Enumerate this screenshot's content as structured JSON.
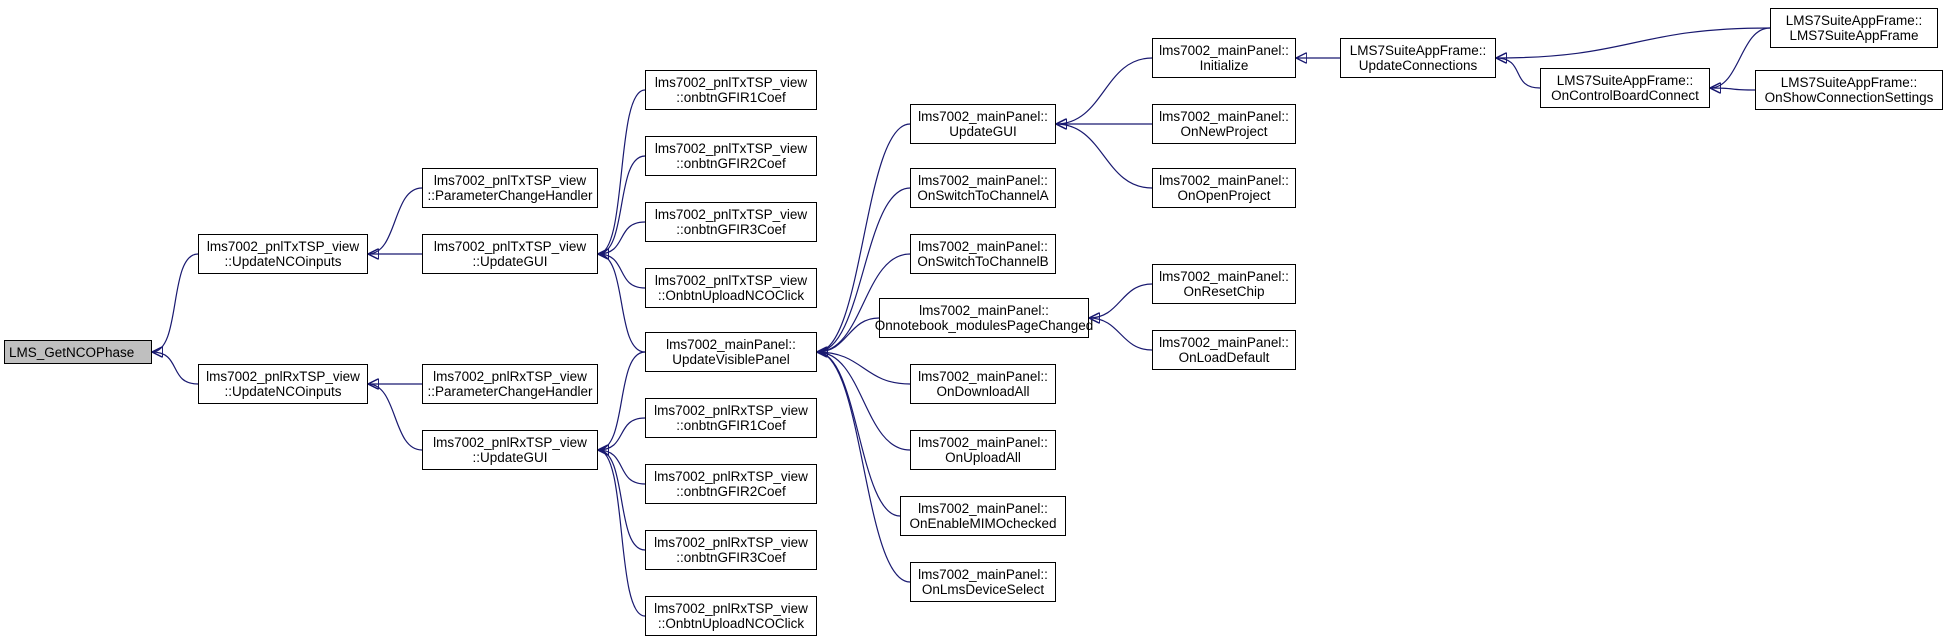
{
  "nodes": [
    {
      "id": "root",
      "lines": [
        "LMS_GetNCOPhase"
      ],
      "root": true
    },
    {
      "id": "tx_ncoin",
      "lines": [
        "lms7002_pnlTxTSP_view",
        "::UpdateNCOinputs"
      ]
    },
    {
      "id": "rx_ncoin",
      "lines": [
        "lms7002_pnlRxTSP_view",
        "::UpdateNCOinputs"
      ]
    },
    {
      "id": "tx_pch",
      "lines": [
        "lms7002_pnlTxTSP_view",
        "::ParameterChangeHandler"
      ]
    },
    {
      "id": "tx_gui",
      "lines": [
        "lms7002_pnlTxTSP_view",
        "::UpdateGUI"
      ]
    },
    {
      "id": "rx_pch",
      "lines": [
        "lms7002_pnlRxTSP_view",
        "::ParameterChangeHandler"
      ]
    },
    {
      "id": "rx_gui",
      "lines": [
        "lms7002_pnlRxTSP_view",
        "::UpdateGUI"
      ]
    },
    {
      "id": "tx_fir1",
      "lines": [
        "lms7002_pnlTxTSP_view",
        "::onbtnGFIR1Coef"
      ]
    },
    {
      "id": "tx_fir2",
      "lines": [
        "lms7002_pnlTxTSP_view",
        "::onbtnGFIR2Coef"
      ]
    },
    {
      "id": "tx_fir3",
      "lines": [
        "lms7002_pnlTxTSP_view",
        "::onbtnGFIR3Coef"
      ]
    },
    {
      "id": "tx_upl",
      "lines": [
        "lms7002_pnlTxTSP_view",
        "::OnbtnUploadNCOClick"
      ]
    },
    {
      "id": "mp_uvp",
      "lines": [
        "lms7002_mainPanel::",
        "UpdateVisiblePanel"
      ]
    },
    {
      "id": "rx_fir1",
      "lines": [
        "lms7002_pnlRxTSP_view",
        "::onbtnGFIR1Coef"
      ]
    },
    {
      "id": "rx_fir2",
      "lines": [
        "lms7002_pnlRxTSP_view",
        "::onbtnGFIR2Coef"
      ]
    },
    {
      "id": "rx_fir3",
      "lines": [
        "lms7002_pnlRxTSP_view",
        "::onbtnGFIR3Coef"
      ]
    },
    {
      "id": "rx_upl",
      "lines": [
        "lms7002_pnlRxTSP_view",
        "::OnbtnUploadNCOClick"
      ]
    },
    {
      "id": "mp_gui",
      "lines": [
        "lms7002_mainPanel::",
        "UpdateGUI"
      ]
    },
    {
      "id": "mp_cha",
      "lines": [
        "lms7002_mainPanel::",
        "OnSwitchToChannelA"
      ]
    },
    {
      "id": "mp_chb",
      "lines": [
        "lms7002_mainPanel::",
        "OnSwitchToChannelB"
      ]
    },
    {
      "id": "mp_nb",
      "lines": [
        "lms7002_mainPanel::",
        "Onnotebook_modulesPageChanged"
      ]
    },
    {
      "id": "mp_dl",
      "lines": [
        "lms7002_mainPanel::",
        "OnDownloadAll"
      ]
    },
    {
      "id": "mp_ul",
      "lines": [
        "lms7002_mainPanel::",
        "OnUploadAll"
      ]
    },
    {
      "id": "mp_mimo",
      "lines": [
        "lms7002_mainPanel::",
        "OnEnableMIMOchecked"
      ]
    },
    {
      "id": "mp_lms",
      "lines": [
        "lms7002_mainPanel::",
        "OnLmsDeviceSelect"
      ]
    },
    {
      "id": "mp_init",
      "lines": [
        "lms7002_mainPanel::",
        "Initialize"
      ]
    },
    {
      "id": "mp_newp",
      "lines": [
        "lms7002_mainPanel::",
        "OnNewProject"
      ]
    },
    {
      "id": "mp_openp",
      "lines": [
        "lms7002_mainPanel::",
        "OnOpenProject"
      ]
    },
    {
      "id": "mp_reset",
      "lines": [
        "lms7002_mainPanel::",
        "OnResetChip"
      ]
    },
    {
      "id": "mp_load",
      "lines": [
        "lms7002_mainPanel::",
        "OnLoadDefault"
      ]
    },
    {
      "id": "app_uc",
      "lines": [
        "LMS7SuiteAppFrame::",
        "UpdateConnections"
      ]
    },
    {
      "id": "app_cbc",
      "lines": [
        "LMS7SuiteAppFrame::",
        "OnControlBoardConnect"
      ]
    },
    {
      "id": "app_ctor",
      "lines": [
        "LMS7SuiteAppFrame::",
        "LMS7SuiteAppFrame"
      ]
    },
    {
      "id": "app_scs",
      "lines": [
        "LMS7SuiteAppFrame::",
        "OnShowConnectionSettings"
      ]
    }
  ],
  "edges": [
    [
      "tx_ncoin",
      "root"
    ],
    [
      "rx_ncoin",
      "root"
    ],
    [
      "tx_pch",
      "tx_ncoin"
    ],
    [
      "tx_gui",
      "tx_ncoin"
    ],
    [
      "rx_pch",
      "rx_ncoin"
    ],
    [
      "rx_gui",
      "rx_ncoin"
    ],
    [
      "tx_fir1",
      "tx_gui"
    ],
    [
      "tx_fir2",
      "tx_gui"
    ],
    [
      "tx_fir3",
      "tx_gui"
    ],
    [
      "tx_upl",
      "tx_gui"
    ],
    [
      "mp_uvp",
      "tx_gui"
    ],
    [
      "mp_uvp",
      "rx_gui"
    ],
    [
      "rx_fir1",
      "rx_gui"
    ],
    [
      "rx_fir2",
      "rx_gui"
    ],
    [
      "rx_fir3",
      "rx_gui"
    ],
    [
      "rx_upl",
      "rx_gui"
    ],
    [
      "mp_gui",
      "mp_uvp"
    ],
    [
      "mp_cha",
      "mp_uvp"
    ],
    [
      "mp_chb",
      "mp_uvp"
    ],
    [
      "mp_nb",
      "mp_uvp"
    ],
    [
      "mp_dl",
      "mp_uvp"
    ],
    [
      "mp_ul",
      "mp_uvp"
    ],
    [
      "mp_mimo",
      "mp_uvp"
    ],
    [
      "mp_lms",
      "mp_uvp"
    ],
    [
      "mp_init",
      "mp_gui"
    ],
    [
      "mp_newp",
      "mp_gui"
    ],
    [
      "mp_openp",
      "mp_gui"
    ],
    [
      "mp_reset",
      "mp_nb"
    ],
    [
      "mp_load",
      "mp_nb"
    ],
    [
      "app_uc",
      "mp_init"
    ],
    [
      "app_ctor",
      "app_uc"
    ],
    [
      "app_cbc",
      "app_uc"
    ],
    [
      "app_ctor",
      "app_cbc"
    ],
    [
      "app_scs",
      "app_cbc"
    ]
  ],
  "colors": {
    "edge": "#191970",
    "node_border": "#000000",
    "root_fill": "#bfbfbf",
    "node_fill": "#ffffff"
  }
}
